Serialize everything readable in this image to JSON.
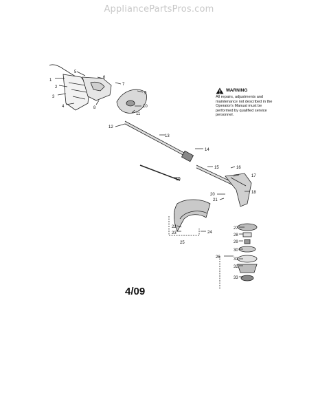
{
  "header": {
    "site_name": "AppliancePartsPros.com"
  },
  "warning": {
    "title": "WARNING",
    "body": "All repairs, adjustments and maintenance not described in the Operator's Manual must be performed by qualified service personnel."
  },
  "diagram": {
    "date_code": "4/09",
    "part_labels": [
      "1",
      "2",
      "3",
      "4",
      "5",
      "6",
      "7",
      "8",
      "9",
      "10",
      "11",
      "12",
      "13",
      "14",
      "15",
      "16",
      "17",
      "18",
      "19",
      "20",
      "21",
      "22",
      "23",
      "24",
      "25",
      "26",
      "27",
      "28",
      "29",
      "30",
      "31",
      "32",
      "33"
    ]
  }
}
